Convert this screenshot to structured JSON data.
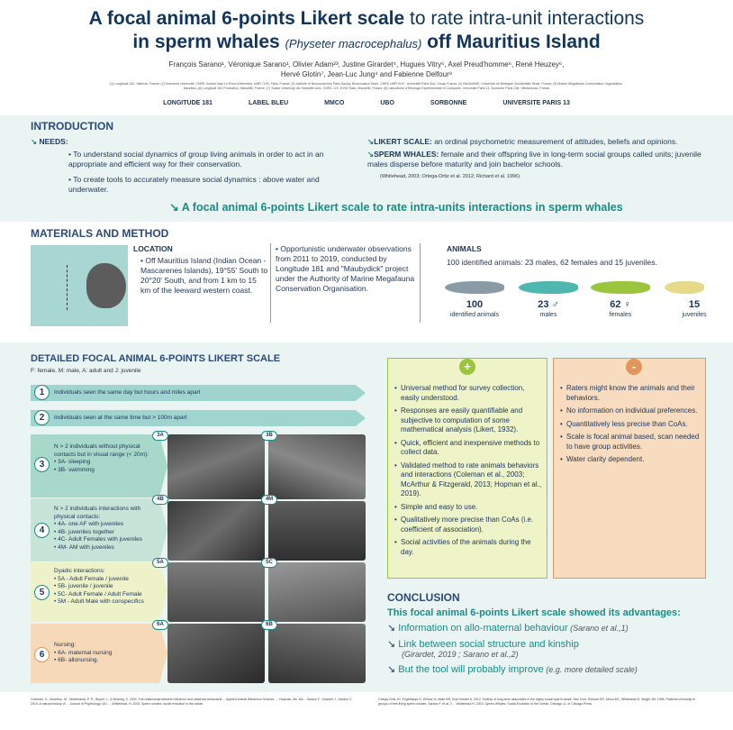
{
  "header": {
    "title_a": "A focal animal 6-points Likert scale",
    "title_b": " to rate intra-unit interactions",
    "title_c": "in sperm whales ",
    "title_species": "(Physeter macrocephalus)",
    "title_d": " off Mauritius Island",
    "authors_1": "François Sarano¹, Véronique Sarano¹, Olivier Adam²³, Justine Girardet⁴, Hugues Vitry⁵, Axel Preud'homme⁶, René Heuzey⁶,",
    "authors_2": "Hervé Glotin⁷, Jean-Luc Jung⁴ and Fabienne Delfour⁸",
    "affiliations": "(1) Longitude 181, Valence, France; (2) Sorbonne Université, CNRS, Institut Jean Le Rond d'Alembert, UMR 7190, Paris, France; (3) Institute of Neurosciences Paris Saclay, Bioacoustics Team, CNRS UMR 9197, Université Paris Sud, Orsay, France; (4) BioGeMME, Université de Bretagne Occidentale, Brest, France; (5) Marine Megafauna Conservation Organisation, Mauritius; (6) Longitude 181 Production, Marseille, France; (7) Toulon University, Aix Marseille Univ, CNRS, LIS, DYNI Team, Marseille, France; (8) Laboratoire d'Ethologie Expérimentale et Comparée, Université Paris 13, Sorbonne Paris Cité, Villetaneuse, France",
    "logos": [
      "LONGITUDE 181",
      "LABEL BLEU",
      "MMCO",
      "UBO",
      "SORBONNE",
      "UNIVERSITE PARIS 13"
    ]
  },
  "intro": {
    "heading": "INTRODUCTION",
    "needs_label": "NEEDS:",
    "need_1": "To understand social dynamics of group living animals in order to act in an appropriate and efficient way for their conservation.",
    "need_2": "To create tools to accurately measure social dynamics : above water and underwater.",
    "likert_label": "LIKERT SCALE:",
    "likert_text": " an ordinal psychometric measurement of attitudes, beliefs and opinions.",
    "sw_label": "SPERM WHALES:",
    "sw_text": " female and their offspring live in long-term social groups called units; juvenile males disperse before maturity and join bachelor schools.",
    "sw_refs": "(Whitehead, 2003; Ortega-Ortiz et al. 2012; Richard et al. 1996).",
    "banner": "A focal animal 6-points Likert scale to rate intra-units interactions in sperm whales"
  },
  "methods": {
    "heading": "MATERIALS AND METHOD",
    "location_label": "LOCATION",
    "location_text": "Off Mauritius Island (Indian Ocean - Mascarenes Islands), 19°55' South to 20°20' South, and from 1 km to 15 km of the leeward western coast.",
    "obs_text": "Opportunistic underwater observations from 2011 to 2019, conducted by Longitude 181 and \"Maubydick\" project under the Authority of Marine Megafauna Conservation Organisation.",
    "animals_label": "ANIMALS",
    "animals_text": "100 identified animals: 23 males, 62 females and 15 juveniles.",
    "counts": [
      {
        "num": "100",
        "label": "identified animals",
        "color": "#8a9aa6"
      },
      {
        "num": "23 ♂",
        "label": "males",
        "color": "#4fb6b0"
      },
      {
        "num": "62 ♀",
        "label": "females",
        "color": "#9bc53d"
      },
      {
        "num": "15",
        "label": "juveniles",
        "color": "#e6d98a"
      }
    ]
  },
  "likert": {
    "heading": "DETAILED FOCAL ANIMAL 6-POINTS LIKERT SCALE",
    "legend": "F: female, M: male, A: adult and J: juvenile",
    "row1": "Individuals seen the same day but hours and miles apart",
    "row2": "Individuals seen at the same time but > 100m apart",
    "row3": "N > 2 individuals without physical contacts but in visual range (< 20m):\n• 3A- sleeping\n• 3B- swimming",
    "row4": "N > 2 individuals interactions with physical contacts:\n• 4A- one AF with juveniles\n• 4B- juveniles together\n• 4C- Adult Females with juveniles\n• 4M- AM with juveniles",
    "row5": "Dyadic interactions:\n• 5A - Adult Female / juvenile\n• 5B- juvenile / juvenile\n• 5C- Adult Female / Adult Female\n• 5M - Adult Male with conspecifics",
    "row6": "Nursing:\n• 6A- maternal nursing\n• 6B- allonursing.",
    "tags": [
      "3A",
      "3B",
      "4B",
      "4M",
      "5A",
      "5C",
      "6A",
      "6B"
    ]
  },
  "pros": {
    "symbol": "+",
    "items": [
      "Universal method for survey collection, easily understood.",
      "Responses are easily quantifiable and subjective to computation of some mathematical analysis (Likert, 1932).",
      "Quick, efficient and inexpensive methods to collect data.",
      "Validated method to rate animals behaviors and interactions (Coleman et al., 2003; McArthur & Fitzgerald, 2013; Hopman et al., 2019).",
      "Simple and easy to use.",
      "Qualitatively more precise than CoAs (i.e. coefficient of association).",
      "Social activities of the animals during the day."
    ]
  },
  "cons": {
    "symbol": "-",
    "items": [
      "Raters might know the animals and their behaviors.",
      "No information on individual preferences.",
      "Quantitatively less precise than CoAs.",
      "Scale is focal animal based, scan needed to have group activities.",
      "Water clarity dependent."
    ]
  },
  "conclusion": {
    "heading": "CONCLUSION",
    "lead": "This focal animal 6-points Likert scale showed its advantages:",
    "p1": "Information on allo-maternal behaviour",
    "p1_ref": " (Sarano et al.,1)",
    "p2": "Link between social structure and kinship",
    "p2_ref": "(Girardet, 2019 ; Sarano et al.,2)",
    "p3": "But the tool will probably improve",
    "p3_ref": " (e.g. more detailed scale)"
  },
  "refs": {
    "left": "Coleman, K., McArthur, M., Hildebrandt, P. R., Buyell, J., & Bearing, S. 2003. The relationship between behavior and observed behavioral ... Applied Animal Behaviour Science. ... Hopman, Mc, Mc... Sarano F., Girardet J., Sarano V. 2019. A natural history of ... Journal of Psychology 140. ... Whitehead, H. 2003. Sperm whales: social evolution in the ocean.",
    "right": "Ortega-Ortiz JG, Engelhaupt D, Winsor M, Mate BR, Rus Hoelzel A. 2012. Kinship of long-term associates in the highly social sperm whale. Mol. Ecol. Richard KR, Dillon MC, Whitehead H, Wright JM. 1996. Patterns of kinship in groups of free-living sperm whales. Sarano F. et al. 2 ... Whitehead H. 2003. Sperm Whales: Social Evolution in the Ocean. Chicago: U. of Chicago Press."
  }
}
